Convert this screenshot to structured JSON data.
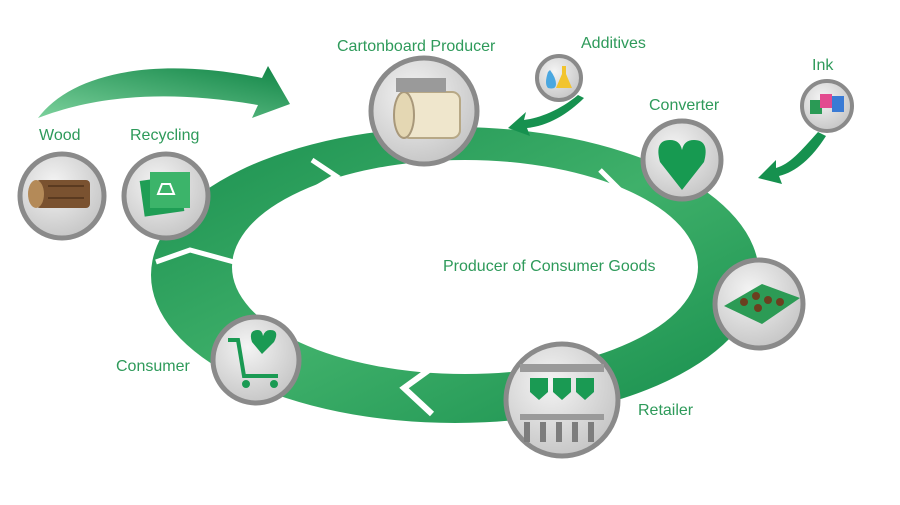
{
  "diagram": {
    "nodes": [
      {
        "id": "wood",
        "label": "Wood",
        "icon": "log-icon"
      },
      {
        "id": "recycling",
        "label": "Recycling",
        "icon": "recycle-paper-icon"
      },
      {
        "id": "cartonboard",
        "label": "Cartonboard Producer",
        "icon": "paper-roll-icon"
      },
      {
        "id": "additives",
        "label": "Additives",
        "icon": "flasks-icon"
      },
      {
        "id": "converter",
        "label": "Converter",
        "icon": "heart-box-icon"
      },
      {
        "id": "ink",
        "label": "Ink",
        "icon": "ink-cans-icon"
      },
      {
        "id": "producer",
        "label": "Producer of Consumer Goods",
        "icon": "chocolate-box-icon"
      },
      {
        "id": "retailer",
        "label": "Retailer",
        "icon": "shelf-icon"
      },
      {
        "id": "consumer",
        "label": "Consumer",
        "icon": "shopping-cart-icon"
      }
    ],
    "colors": {
      "green_dark": "#168d4c",
      "green_light": "#4cb874",
      "label_green": "#2e9a5a",
      "circle_border": "#8a8a8a",
      "circle_fill": "#d8d8d8"
    }
  }
}
